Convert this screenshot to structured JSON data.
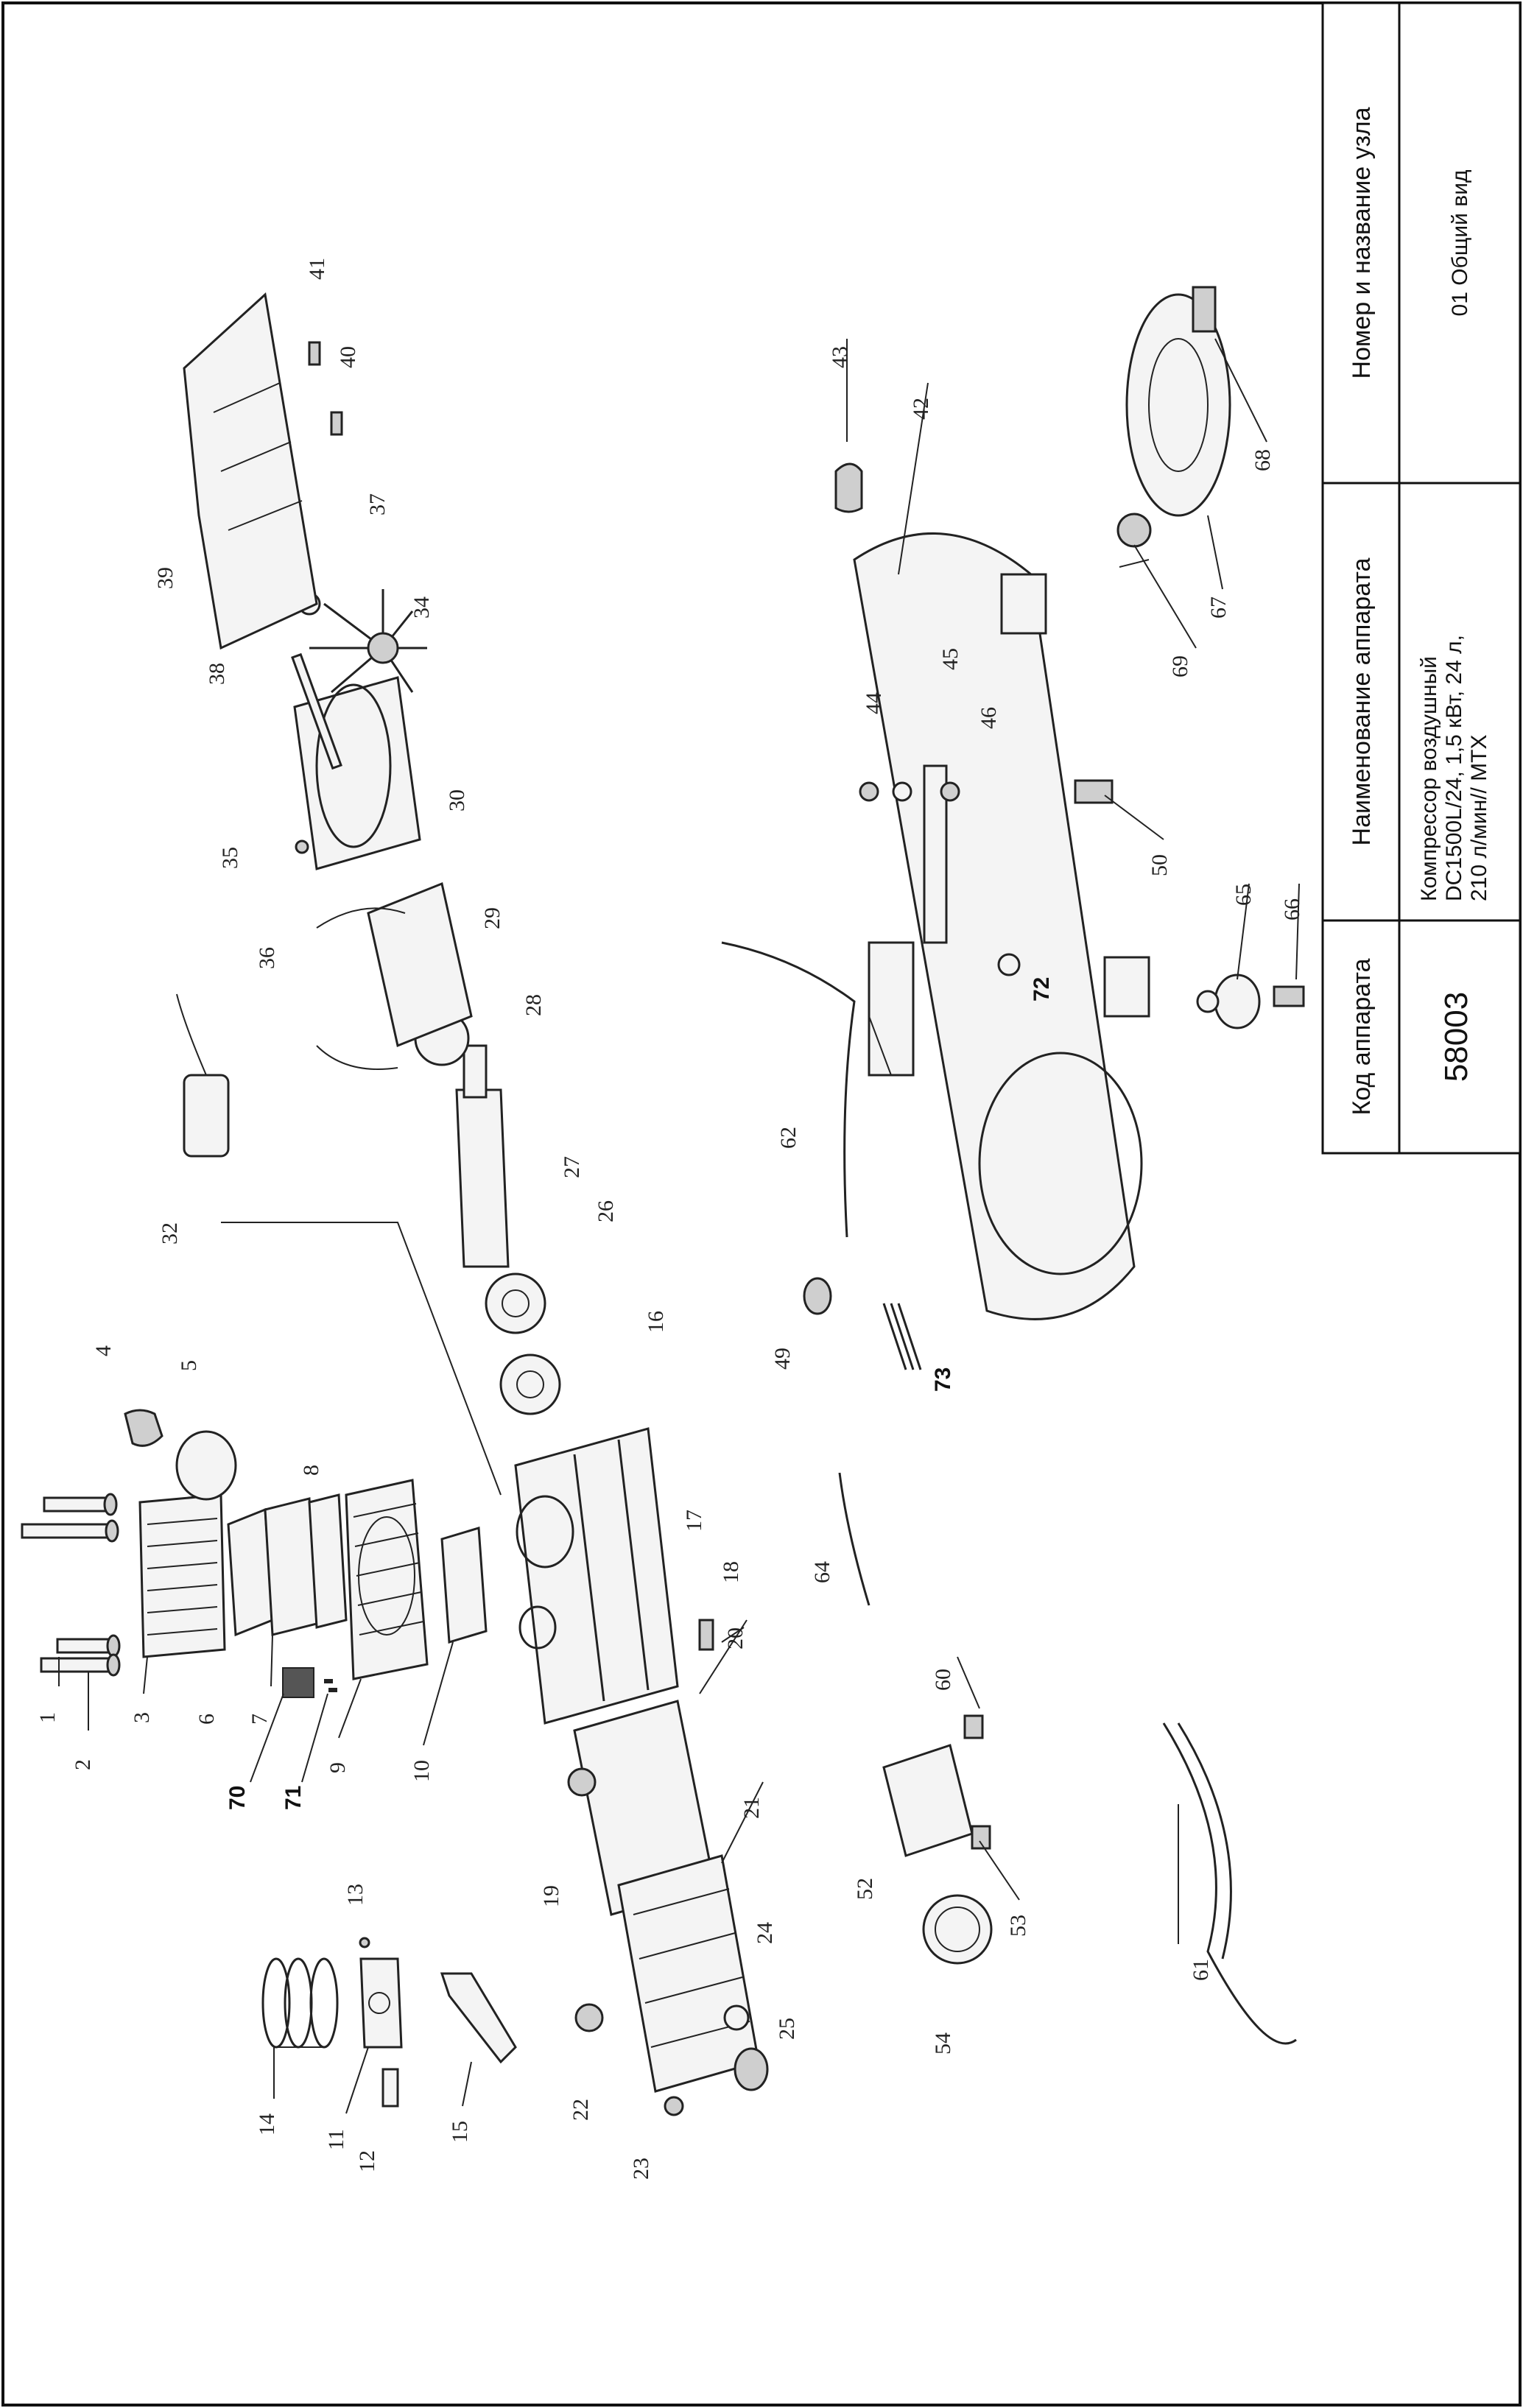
{
  "title_block": {
    "col1_header": "Код аппарата",
    "col1_value": "58003",
    "col2_header": "Наименование аппарата",
    "col2_value_lines": [
      "Компрессор воздушный",
      "DC1500L/24, 1,5 кВт, 24 л,",
      "210 л/мин// MTX"
    ],
    "col3_header": "Номер и название узла",
    "col3_value": "01 Общий вид"
  },
  "part_labels": {
    "p1": "1",
    "p2": "2",
    "p3": "3",
    "p4": "4",
    "p5": "5",
    "p6": "6",
    "p7": "7",
    "p8": "8",
    "p9": "9",
    "p10": "10",
    "p11": "11",
    "p12": "12",
    "p13": "13",
    "p14": "14",
    "p15": "15",
    "p16": "16",
    "p17": "17",
    "p18": "18",
    "p19": "19",
    "p20": "20",
    "p21": "21",
    "p22": "22",
    "p23": "23",
    "p24": "24",
    "p25": "25",
    "p26": "26",
    "p27": "27",
    "p28": "28",
    "p29": "29",
    "p30": "30",
    "p32": "32",
    "p34": "34",
    "p35": "35",
    "p36": "36",
    "p37": "37",
    "p38": "38",
    "p39": "39",
    "p40": "40",
    "p41": "41",
    "p42": "42",
    "p43": "43",
    "p44": "44",
    "p45": "45",
    "p46": "46",
    "p49": "49",
    "p50": "50",
    "p52": "52",
    "p53": "53",
    "p54": "54",
    "p60": "60",
    "p61": "61",
    "p62": "62",
    "p64": "64",
    "p65": "65",
    "p66": "66",
    "p67": "67",
    "p68": "68",
    "p69": "69",
    "p70": "70",
    "p71": "71",
    "p72": "72",
    "p73": "73"
  }
}
